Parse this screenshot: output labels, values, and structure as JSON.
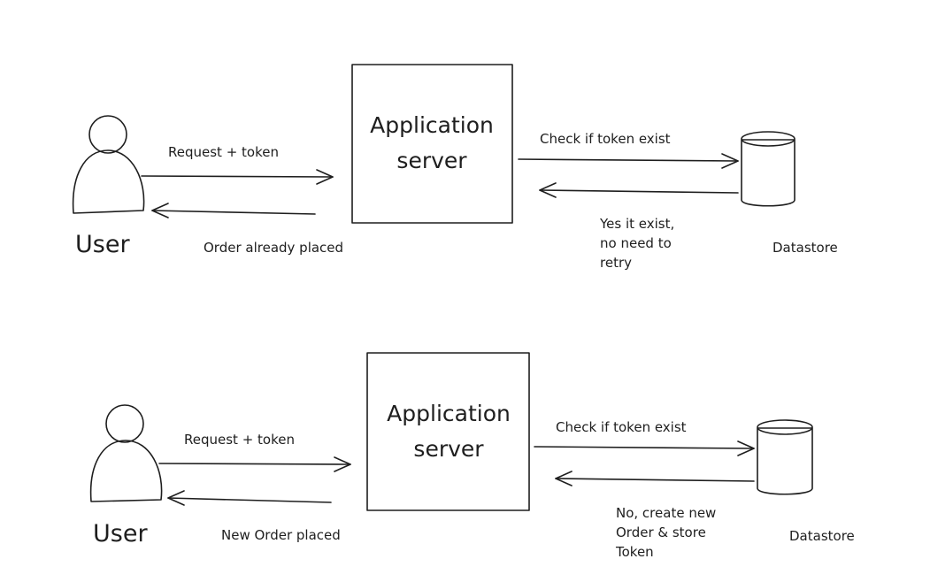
{
  "top": {
    "user_label": "User",
    "server_label_line1": "Application",
    "server_label_line2": "server",
    "request_label": "Request + token",
    "response_label": "Order already placed",
    "check_label": "Check if  token exist",
    "reply_lines": [
      "Yes it exist,",
      "no need to",
      "retry"
    ],
    "datastore_label": "Datastore"
  },
  "bottom": {
    "user_label": "User",
    "server_label_line1": "Application",
    "server_label_line2": "server",
    "request_label": "Request + token",
    "response_label": "New Order placed",
    "check_label": "Check if  token exist",
    "reply_lines": [
      "No, create new",
      "Order & store",
      "Token"
    ],
    "datastore_label": "Datastore"
  },
  "colors": {
    "server_fill": "#eeeeee",
    "datastore_fill": "#ced4da",
    "user_fill": "#e9ecef",
    "stroke": "#1e1e1e"
  }
}
